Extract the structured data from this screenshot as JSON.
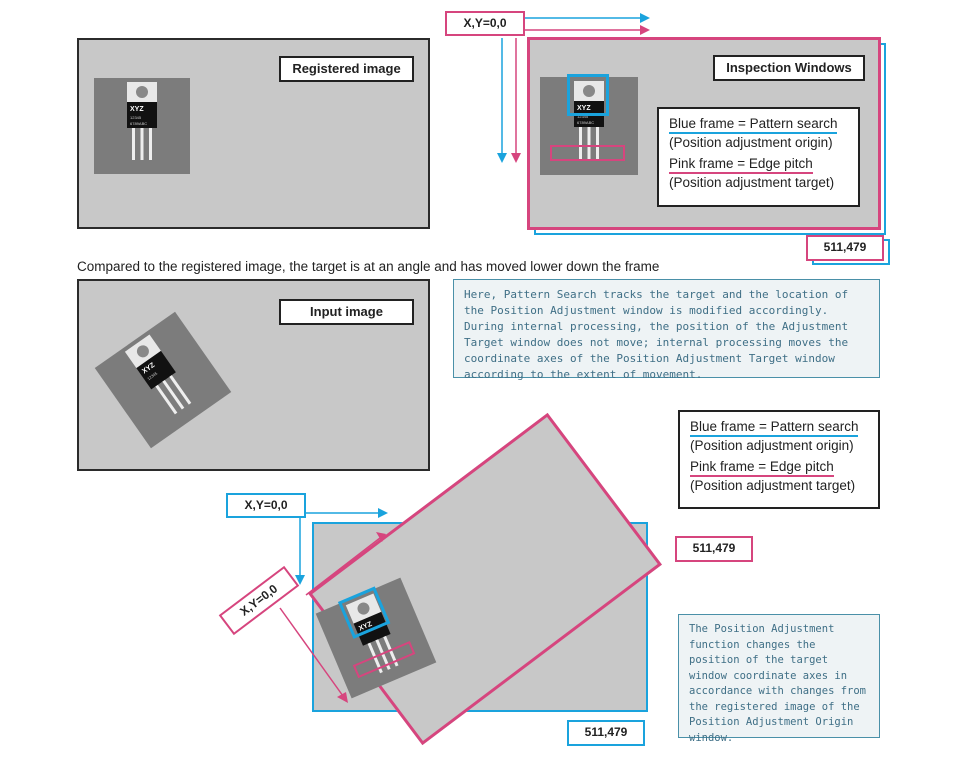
{
  "top_section": {
    "registered_label": "Registered image",
    "inspection_label": "Inspection Windows",
    "origin_coord": "X,Y=0,0",
    "end_coord": "511,479",
    "legend": {
      "blue_title": "Blue frame = Pattern search",
      "blue_sub": "(Position adjustment origin)",
      "pink_title": "Pink frame = Edge pitch",
      "pink_sub": "(Position adjustment target)"
    }
  },
  "caption": "Compared to the registered image, the target is at an angle and has moved lower down the frame",
  "bottom_section": {
    "input_label": "Input image",
    "note_top": "Here, Pattern Search tracks the target and the location of the Position Adjustment window is modified accordingly. During internal processing, the position of the Adjustment Target window does not move; internal processing moves the coordinate axes of the Position Adjustment Target window according to the extent of movement.",
    "legend": {
      "blue_title": "Blue frame = Pattern search",
      "blue_sub": "(Position adjustment origin)",
      "pink_title": "Pink frame = Edge pitch",
      "pink_sub": "(Position adjustment target)"
    },
    "origin_blue": "X,Y=0,0",
    "origin_pink": "X,Y=0,0",
    "end_pink": "511,479",
    "end_blue": "511,479",
    "note_bottom": "The Position Adjustment function changes the position of the target window coordinate axes in accordance with changes from the registered image of the Position Adjustment Origin window."
  },
  "chip": {
    "brand": "XYZ",
    "line1": "12345",
    "line2": "6789ABC",
    "suffix": "xxxxx"
  },
  "colors": {
    "blue": "#1aa3dd",
    "pink": "#d6457e",
    "panel": "#c8c8c8",
    "chip_bg": "#7c7c7c"
  }
}
